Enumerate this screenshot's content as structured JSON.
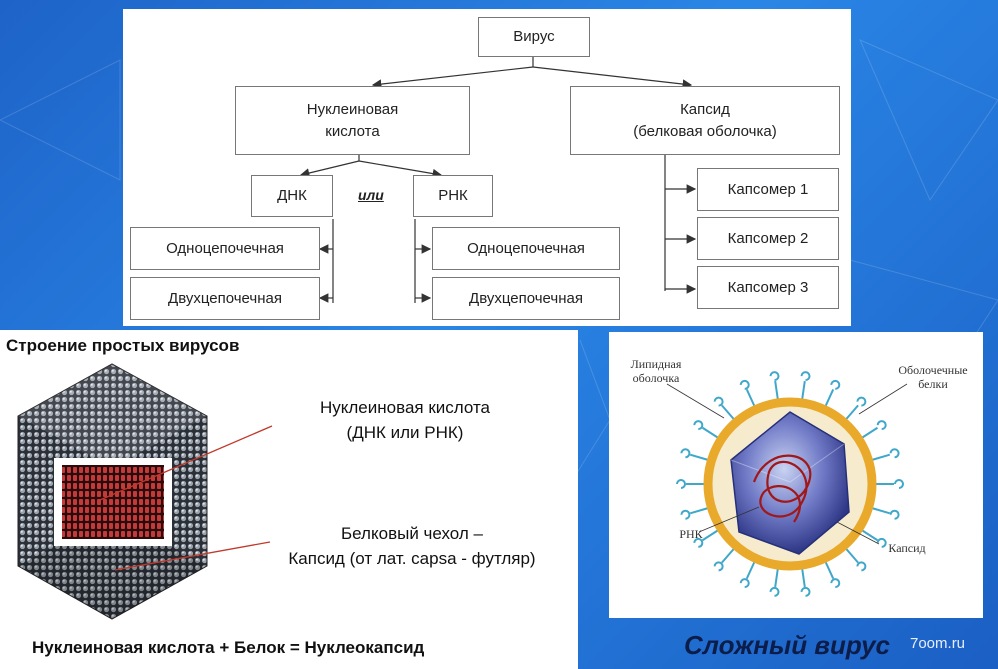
{
  "tree": {
    "root": "Вирус",
    "nucleic_acid": "Нуклеиновая\nкислота",
    "capsid": "Капсид\n(белковая оболочка)",
    "dna": "ДНК",
    "or": "или",
    "rna": "РНК",
    "dna_single": "Одноцепочечная",
    "dna_double": "Двухцепочечная",
    "rna_single": "Одноцепочечная",
    "rna_double": "Двухцепочечная",
    "capsomers": [
      "Капсомер 1",
      "Капсомер 2",
      "Капсомер 3"
    ]
  },
  "simple_virus": {
    "title": "Строение простых вирусов",
    "label_nucleic": "Нуклеиновая кислота\n(ДНК или РНК)",
    "label_capsid": "Белковый чехол –\nКапсид (от лат. capsa - футляр)",
    "formula": "Нуклеиновая кислота + Белок = Нуклеокапсид"
  },
  "complex_virus": {
    "label_lipid": "Липидная\nоболочка",
    "label_envelope_proteins": "Оболочечные\nбелки",
    "label_rna": "РНК",
    "label_capsid": "Капсид",
    "caption": "Сложный вирус"
  },
  "watermark": "7oom.ru",
  "colors": {
    "background": "#2172d6",
    "lipid_ring": "#e9a92a",
    "protein_spikes": "#3fa7c9",
    "capsid_fill": "#5b62b8",
    "rna_strand": "#a01818",
    "pointer_line": "#c0392b"
  }
}
